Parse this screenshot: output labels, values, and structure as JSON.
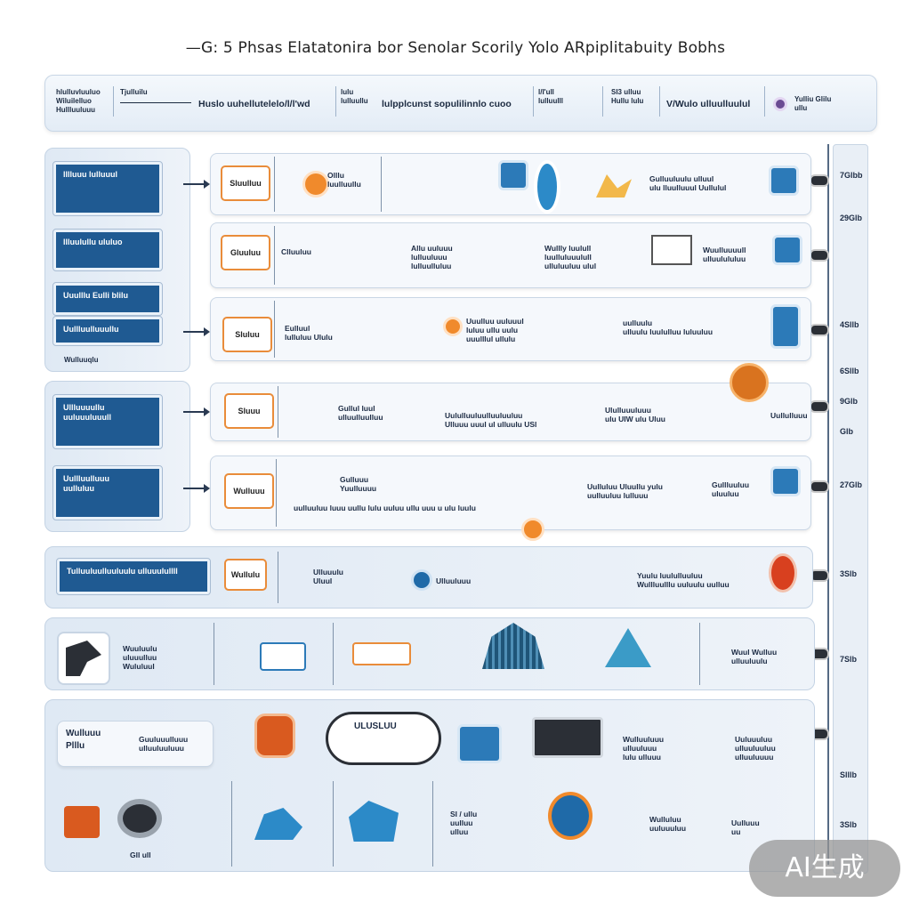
{
  "title": "—G: 5 Phsas Elatatonira bor Senolar  Scorily Yolo ARpiplitabuity Bobhs",
  "header": {
    "cells": [
      "hlulluvluuluo\nWiluilelluo\nHullluuluuu",
      "Tjulluilu",
      "Huslo uuhellutelelo/l/l'wd",
      "lulu\nlulluullu",
      "lulpplcunst sopulilinnlo cuoo",
      "l/I'ull\nlulluulll",
      "Sl3 ulluu\nHullu lulu",
      "V/Wulo ulluulluulul",
      "Yulliu Glilu\nullu"
    ]
  },
  "lanes": [
    {
      "id": "lane-1",
      "left_cards": [
        "lllluuu lulluuul",
        "llluulullu ululuo",
        "Uuulllu Eulli blilu",
        "Uullluulluuullu"
      ],
      "left_caption": "Wulluuqlu",
      "rows": [
        {
          "box": "Sluulluu",
          "texts": [
            "Olllu\nluulluullu",
            "Gulluuluulu ulluul\nulu lluulluuul Uullulul"
          ]
        },
        {
          "box": "Gluuluu",
          "texts": [
            "Clluuluu",
            "Allu uuluuu\nlulluuluuu\nlulluulluluu",
            "Wullly luulull\nluulluluuulull\nulluluuluu ulul",
            "Wuulluuuull\nulluulululuu"
          ]
        },
        {
          "box": "Sluluu",
          "texts": [
            "Eulluul\nlulluluu Ululu",
            "Uuulluu uuluuul\nluluu ullu uulu\nuuulllul ullulu",
            "uulluulu\nulluulu luululluu luluuluu"
          ]
        }
      ]
    },
    {
      "id": "lane-2",
      "left_cards": [
        "Ullluuuullu\nuuluuuluuull",
        "Uullluulluuu\nuulluluu"
      ],
      "rows": [
        {
          "box": "Sluuu",
          "texts": [
            "Gullul luul\nulluulluulluu",
            "Uululluuluulluuluuluu\nUlluuu uuul ul ulluulu USl",
            "Ululluuuluuu\nulu UIW ulu Uluu",
            "Uullulluuu"
          ]
        },
        {
          "box": "Wulluuu",
          "texts": [
            "Gulluuu\nYuulluuuu",
            "Uulluluu Uluullu yulu\nuulluuluu lulluuu",
            "Gullluuluu\nuluuluu",
            "uulluuluu luuu uullu lulu uuluu ullu uuu u ulu luulu"
          ]
        }
      ]
    },
    {
      "id": "lane-3",
      "left_cards": [
        "Tulluuluulluuluulu ulluuulullll"
      ],
      "rows": [
        {
          "box": "Wullulu",
          "texts": [
            "Ulluuulu\nUluul",
            "Ulluuluuu",
            "Yuulu luululluuluu\nWullluulllu uuluulu uulluu"
          ]
        }
      ]
    },
    {
      "id": "lane-4",
      "rows": [
        {
          "texts": [
            "Wuuluulu\nuluuulluu\nWululuul",
            "Wuul Wulluu\nulluuluulu"
          ]
        }
      ]
    },
    {
      "id": "lane-5",
      "rows": [
        {
          "texts": [
            "Wulluuu\nPlllu",
            "Guuluuulluuu\nulluuluuluuu",
            "ULUSLUU",
            "Wulluuluuu\nulluuluuu\nlulu ulluuu",
            "Uuluuuluu\nulluuluuluu\nulluuluuuu"
          ]
        },
        {
          "texts": [
            "Gll ull",
            "SI / ullu\nuulluu\nulluu",
            "Wulluluu\nuuluuuluu",
            "Uulluuu\nuu"
          ]
        }
      ]
    }
  ],
  "timeline": {
    "ticks": [
      "7Glbb",
      "29Glb",
      "4Sllb",
      "6Sllb",
      "9Glb",
      "Glb",
      "27Glb",
      "3Slb",
      "7Slb",
      "Slllb",
      "3Slb"
    ]
  },
  "watermark": "AI生成",
  "colors": {
    "accent_blue": "#1f5a92",
    "accent_orange": "#e98c3a",
    "lane_bg": "#e3ecf6"
  }
}
